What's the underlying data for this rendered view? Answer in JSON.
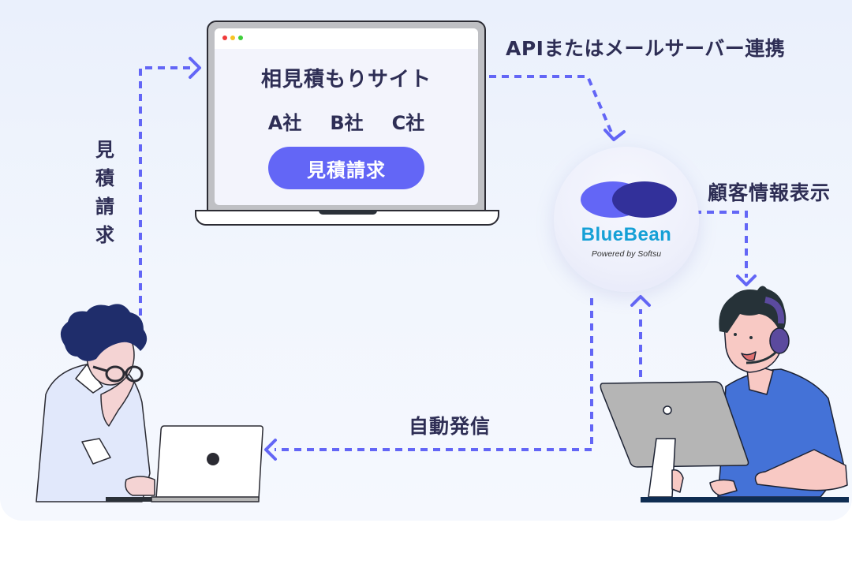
{
  "labels": {
    "api_integration": "APIまたはメールサーバー連携",
    "customer_info_display": "顧客情報表示",
    "auto_send": "自動発信",
    "quote_request_vertical": "見積請求"
  },
  "quote_site": {
    "title": "相見積もりサイト",
    "companies": [
      "A社",
      "B社",
      "C社"
    ],
    "button_label": "見積請求",
    "window_dots": [
      "#f03a3a",
      "#f7c325",
      "#3fce3a"
    ]
  },
  "logo": {
    "name": "BlueBean",
    "tagline": "Powered by Softsu"
  },
  "colors": {
    "accent": "#6366f6",
    "text": "#2e2e55",
    "logo_text": "#15a0d6",
    "bean_light": "#6366f6",
    "bean_dark": "#32309a"
  }
}
